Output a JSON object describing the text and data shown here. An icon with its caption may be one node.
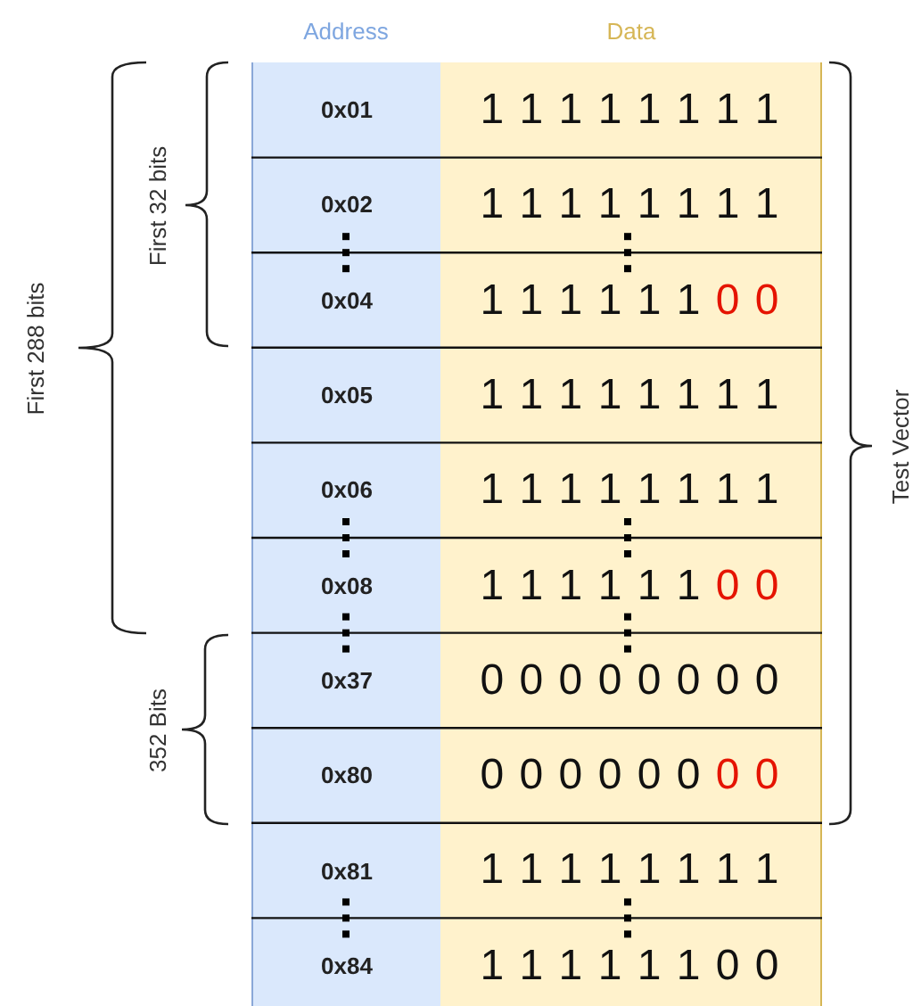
{
  "diagram": {
    "labels": [
      "Address",
      "Data",
      "0x01",
      "1 1 1 1 1 1 1 1",
      "0x02",
      "1 1 1 1 1 1 1 1",
      "0x04",
      "1 1 1 1 1 1 0 0",
      "0x05",
      "1 1 1 1 1 1 1 1",
      "0x06",
      "1 1 1 1 1 1 1 1",
      "0x08",
      "1 1 1 1 1 1 0 0",
      "0x37",
      "0 0 0 0 0 0 0 0",
      "0x80",
      "0 0 0 0 0 0 0 0",
      "0x81",
      "1 1 1 1 1 1 1 1",
      "0x84",
      "1 1 1 1 1 1 0 0",
      "First 32 bits",
      "First 288 bits",
      "352 Bits",
      "Test Vector"
    ]
  }
}
